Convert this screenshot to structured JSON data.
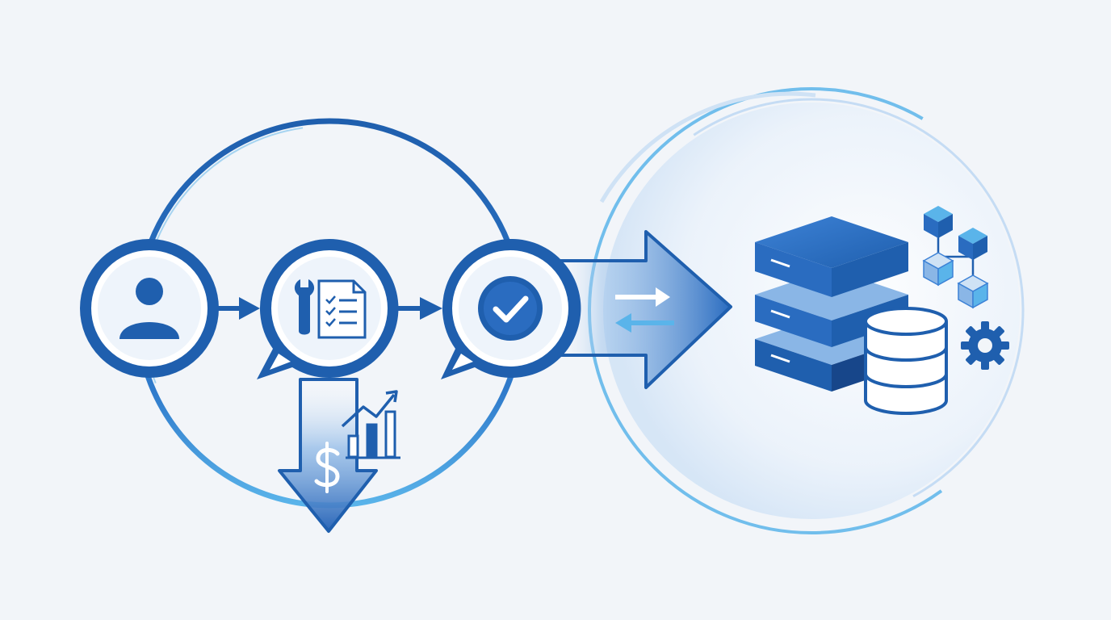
{
  "diagram": {
    "colors": {
      "background": "#f2f5f9",
      "primary": "#1f5fae",
      "primary_dark": "#17468a",
      "primary_light": "#3d82d6",
      "accent_light": "#5ab4ea",
      "fill_light": "#dbe8f6",
      "white": "#ffffff"
    },
    "process_loop": {
      "steps": [
        {
          "id": "user",
          "icon": "user-icon",
          "shape": "circle"
        },
        {
          "id": "service",
          "icon": "wrench-checklist-icon",
          "shape": "speech-bubble"
        },
        {
          "id": "approved",
          "icon": "check-circle-icon",
          "shape": "speech-bubble"
        }
      ],
      "connectors": [
        "arrow-right",
        "arrow-right"
      ],
      "cost_indicator": {
        "icon": "dollar-sign-icon",
        "direction": "down",
        "chart_icon": "bar-chart-trend-up-icon"
      }
    },
    "transfer": {
      "icon": "two-way-arrows-icon",
      "direction": "right"
    },
    "backend": {
      "icons": [
        "server-stack-icon",
        "database-icon",
        "cubes-network-icon",
        "gear-icon"
      ]
    }
  }
}
